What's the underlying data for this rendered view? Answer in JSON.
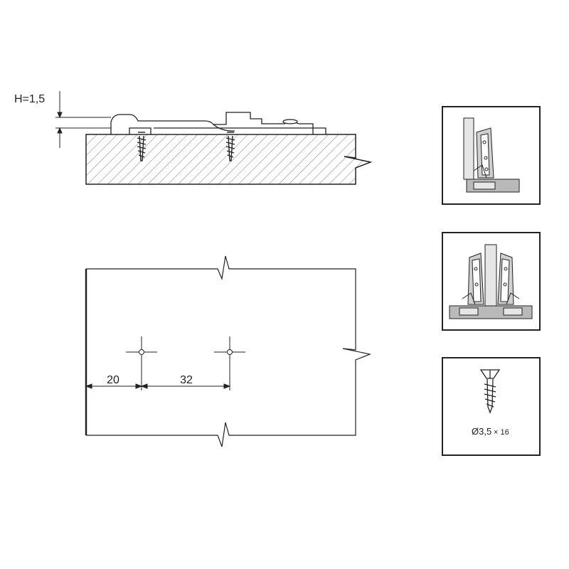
{
  "side_view": {
    "height_label": "H=1,5"
  },
  "top_view": {
    "dim_edge": "20",
    "dim_spacing": "32"
  },
  "screw_panel": {
    "spec_diameter": "Ø3,5",
    "spec_length": "× 16"
  },
  "panels": {
    "hinge_single_icon": "hinge-single-icon",
    "hinge_double_icon": "hinge-double-icon",
    "screw_icon": "countersunk-screw-icon"
  },
  "colors": {
    "line": "#222222",
    "gray_fill": "#b9b9b9",
    "light_fill": "#e6e6e6"
  }
}
